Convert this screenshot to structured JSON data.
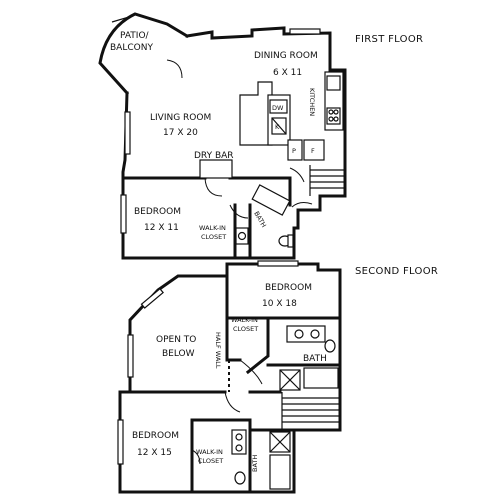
{
  "floors": {
    "first": {
      "title": "FIRST FLOOR",
      "rooms": {
        "patio": {
          "name_line1": "PATIO/",
          "name_line2": "BALCONY"
        },
        "dining": {
          "name": "DINING ROOM",
          "size": "6 X 11"
        },
        "kitchen": {
          "name": "KITCHEN"
        },
        "dishwasher": {
          "label": "DW"
        },
        "k_mark": {
          "label": "K"
        },
        "pantry": {
          "label": "P"
        },
        "fridge": {
          "label": "F"
        },
        "living": {
          "name": "LIVING ROOM",
          "size": "17 X 20"
        },
        "dry_bar": {
          "name": "DRY BAR"
        },
        "bedroom": {
          "name": "BEDROOM",
          "size": "12 X 11"
        },
        "closet": {
          "line1": "WALK-IN",
          "line2": "CLOSET"
        },
        "bath": {
          "name": "BATH"
        }
      }
    },
    "second": {
      "title": "SECOND FLOOR",
      "rooms": {
        "bedroom_a": {
          "name": "BEDROOM",
          "size": "10 X 18"
        },
        "closet_a": {
          "line1": "WALK-IN",
          "line2": "CLOSET"
        },
        "bath_a": {
          "name": "BATH"
        },
        "open": {
          "line1": "OPEN TO",
          "line2": "BELOW"
        },
        "half_wall": {
          "label": "HALF WALL"
        },
        "bedroom_b": {
          "name": "BEDROOM",
          "size": "12 X 15"
        },
        "closet_b": {
          "line1": "WALK-IN",
          "line2": "CLOSET"
        },
        "bath_b": {
          "name": "BATH"
        }
      }
    }
  }
}
